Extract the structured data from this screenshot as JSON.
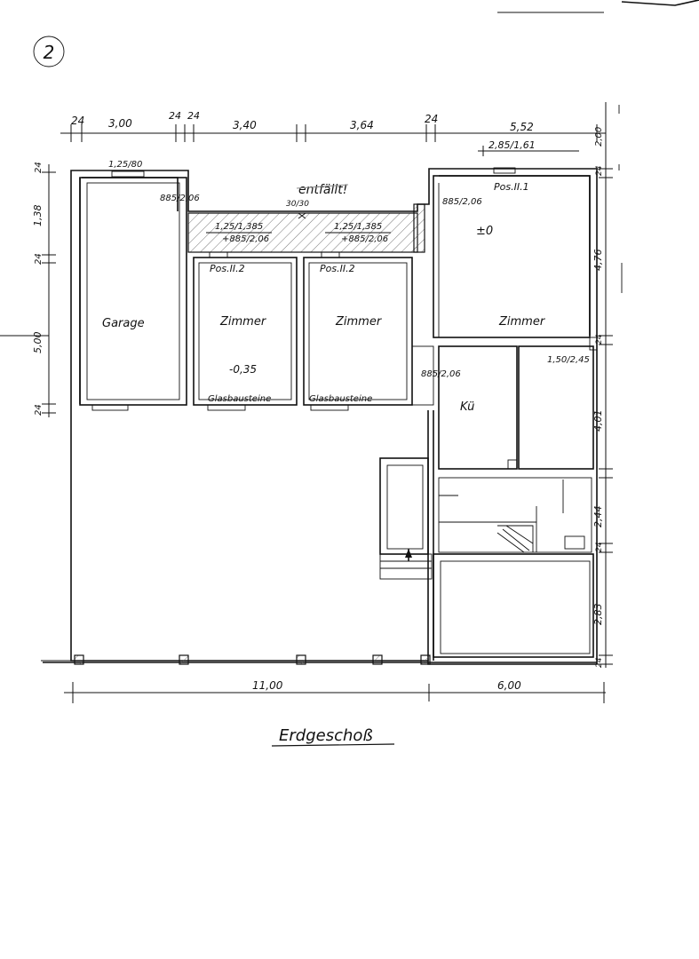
{
  "sheet_number": "2",
  "title": "Erdgeschoß",
  "note_struck": "entfällt!",
  "top_dimensions": [
    "24",
    "3,00",
    "24",
    "24",
    "3,40",
    "3,64",
    "24",
    "5,52"
  ],
  "top_sub_dimension": "2,85/1,61",
  "left_dimensions": [
    "24",
    "1,38",
    "24",
    "5,00",
    "24"
  ],
  "right_dimensions": [
    "2,00",
    "24",
    "4,76",
    "24",
    "4,01",
    "2,44",
    "24",
    "2,83",
    "24"
  ],
  "bottom_dimensions": [
    "11,00",
    "6,00"
  ],
  "rooms": {
    "garage": "Garage",
    "room1": "Zimmer",
    "room2": "Zimmer",
    "room3": "Zimmer",
    "kitchen": "Kü"
  },
  "level_room1": "-0,35",
  "level_room3": "±0",
  "positions": {
    "pos_room1": "Pos.II.2",
    "pos_room2": "Pos.II.2",
    "pos_room3": "Pos.II.1"
  },
  "openings": {
    "garage_window": "1,25/80",
    "door_garage": "885/2,06",
    "lintel": "30/30",
    "corridor_win1_a": "1,25/1,385",
    "corridor_win1_b": "+885/2,06",
    "corridor_win2_a": "1,25/1,385",
    "corridor_win2_b": "+885/2,06",
    "door_room3": "885/2,06",
    "door_kitchen": "885/2,06",
    "window_right": "1,50/2,45"
  },
  "glass_blocks": [
    "Glasbausteine",
    "Glasbausteine"
  ]
}
